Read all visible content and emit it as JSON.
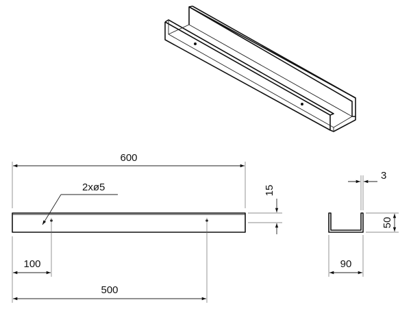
{
  "dimensions": {
    "overall_length": "600",
    "hole_spec": "2xø5",
    "profile_height": "15",
    "hole_offset": "100",
    "hole_spacing": "500",
    "wall_thickness": "3",
    "section_height": "50",
    "section_width": "90"
  }
}
